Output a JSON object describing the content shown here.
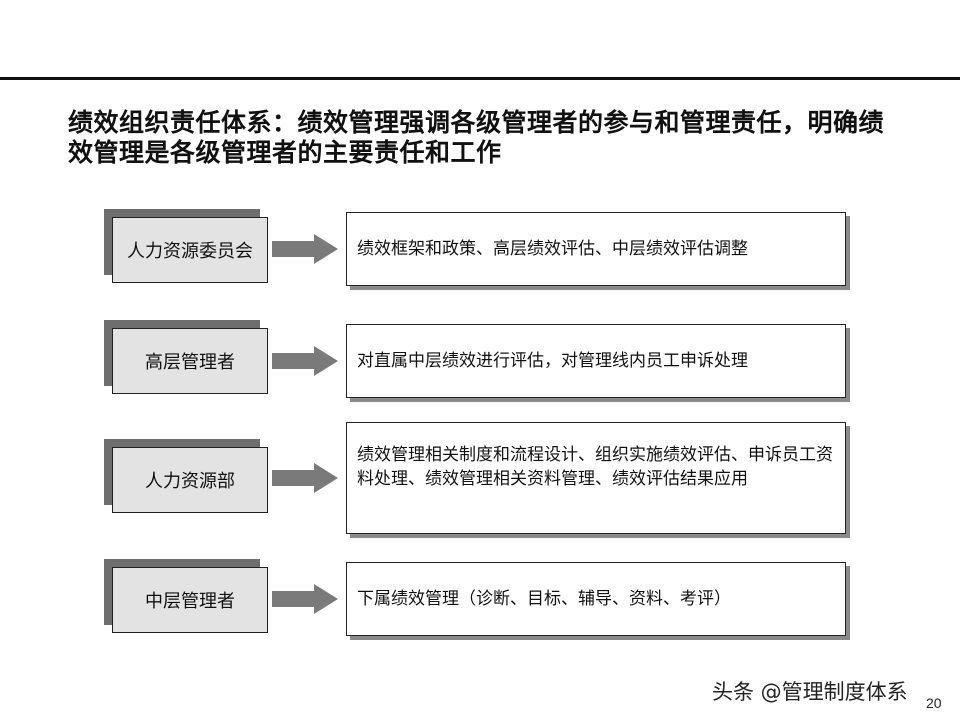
{
  "title": "绩效组织责任体系：绩效管理强调各级管理者的参与和管理责任，明确绩效管理是各级管理者的主要责任和工作",
  "rows": [
    {
      "role": "人力资源委员会",
      "responsibility": "绩效框架和政策、高层绩效评估、中层绩效评估调整"
    },
    {
      "role": "高层管理者",
      "responsibility": "对直属中层绩效进行评估，对管理线内员工申诉处理"
    },
    {
      "role": "人力资源部",
      "responsibility": "绩效管理相关制度和流程设计、组织实施绩效评估、申诉员工资料处理、绩效管理相关资料管理、绩效评估结果应用"
    },
    {
      "role": "中层管理者",
      "responsibility": "下属绩效管理（诊断、目标、辅导、资料、考评）"
    }
  ],
  "watermark": "头条 @管理制度体系",
  "page_number": "20",
  "colors": {
    "role_fill": "#e3e3e3",
    "role_shadow": "#6e6e6e",
    "arrow": "#7a7a7a"
  },
  "icons": {
    "connector": "right-arrow-icon"
  }
}
